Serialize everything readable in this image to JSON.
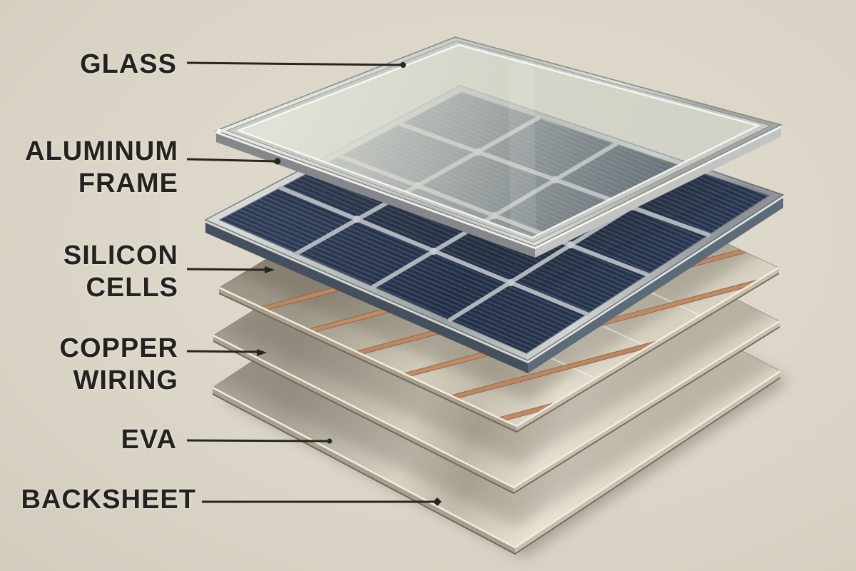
{
  "diagram": {
    "subject": "solar-panel-exploded-view",
    "labels": [
      {
        "id": "glass",
        "lines": [
          "GLASS"
        ]
      },
      {
        "id": "aluminum-frame",
        "lines": [
          "ALUMINUM",
          "FRAME"
        ]
      },
      {
        "id": "silicon-cells",
        "lines": [
          "SILICON",
          "CELLS"
        ]
      },
      {
        "id": "copper-wiring",
        "lines": [
          "COPPER",
          "WIRING"
        ]
      },
      {
        "id": "eva",
        "lines": [
          "EVA"
        ]
      },
      {
        "id": "backsheet",
        "lines": [
          "BACKSHEET"
        ]
      }
    ]
  },
  "colors": {
    "background": "#dcd6c8",
    "label_text": "#232220",
    "leader_line": "#26261f",
    "glass_surface": "#dfe2d8",
    "frame_silver": "#c6c8c6",
    "silicon_cell_navy": "#28354c",
    "cell_grid_silver": "#b6bcc2",
    "sheet_beige": "#d9d2c2",
    "copper_wire": "#bb8763"
  }
}
